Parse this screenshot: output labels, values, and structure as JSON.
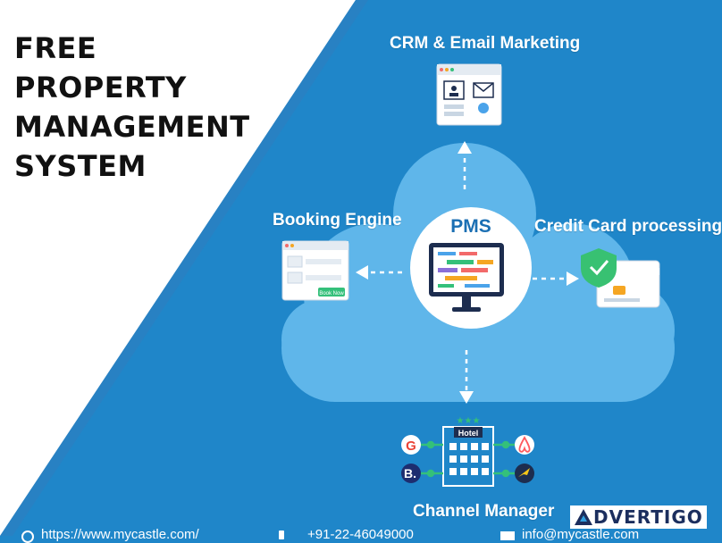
{
  "headline": [
    "FREE",
    "PROPERTY",
    "MANAGEMENT",
    "SYSTEM"
  ],
  "labels": {
    "crm": "CRM & Email Marketing",
    "booking": "Booking Engine",
    "credit": "Credit Card processing",
    "channel": "Channel Manager",
    "pms": "PMS"
  },
  "booking_button": "Book Now",
  "hotel_sign": "Hotel",
  "hotel_stars": "★★★",
  "channel_icons": [
    "google-icon",
    "booking-icon",
    "airbnb-icon",
    "expedia-icon"
  ],
  "footer": {
    "website": "https://www.mycastle.com/",
    "phone": "+91-22-46049000",
    "email": "info@mycastle.com"
  },
  "brand": "DVERTIGO",
  "colors": {
    "background": "#1f86c9",
    "cloud": "#5fb6ea",
    "white_panel": "#ffffff",
    "headline": "#111111",
    "brand": "#1b2e5e",
    "bar_green": "#34c07a",
    "bar_orange": "#f5a623",
    "bar_red": "#f26a6a",
    "bar_purple": "#8a6fd8",
    "bar_blue": "#4aa3ea",
    "shield": "#38c172"
  }
}
